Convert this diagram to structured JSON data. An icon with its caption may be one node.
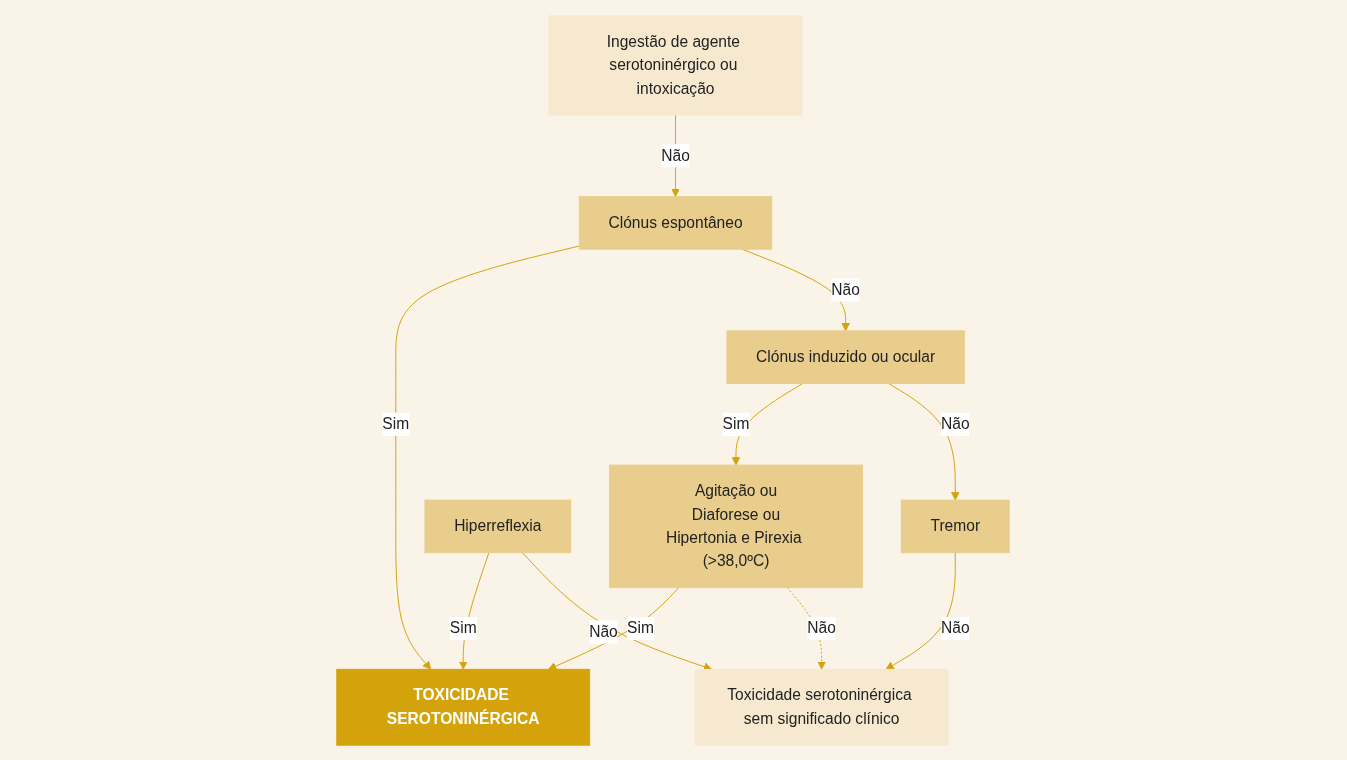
{
  "diagram": {
    "nodes": [
      {
        "text": [
          "TOXICIDADE SEROTONINÉRGICA"
        ]
      },
      {
        "text": [
          "Ingestão de agente serotoninérgico ou intoxicação"
        ]
      },
      {
        "text": [
          "Clónus espontâneo"
        ]
      },
      {
        "text": [
          "Agitação ou",
          "Diaforese ou",
          "Hipertonia e Pirexia (>38,0ºC)"
        ]
      },
      {
        "text": [
          "Clónus induzido ou ocular"
        ]
      },
      {
        "text": [
          "Hiperreflexia"
        ]
      },
      {
        "text": [
          "Tremor"
        ]
      },
      {
        "text": [
          "Toxicidade serotoninérgica sem significado clínico"
        ]
      }
    ],
    "edges": [
      {
        "from": 1,
        "to": 2,
        "arrow": "to",
        "label": "Não"
      },
      {
        "from": 2,
        "to": 0,
        "arrow": "to",
        "label": "Sim"
      },
      {
        "from": 3,
        "to": 0,
        "arrow": "to",
        "label": "Sim"
      },
      {
        "from": 4,
        "to": 3,
        "arrow": "to",
        "label": "Sim"
      },
      {
        "from": 2,
        "to": 4,
        "arrow": "to",
        "label": "Não"
      },
      {
        "from": 4,
        "to": 6,
        "arrow": "to",
        "label": "Não"
      },
      {
        "from": 5,
        "to": 0,
        "arrow": "to",
        "label": "Sim"
      },
      {
        "from": 5,
        "to": 7,
        "arrow": "to",
        "label": "Não"
      },
      {
        "from": 3,
        "to": 7,
        "arrow": "to",
        "label": "Não",
        "style": "dashed"
      },
      {
        "from": 6,
        "to": 7,
        "arrow": "to",
        "label": "Não"
      }
    ]
  }
}
